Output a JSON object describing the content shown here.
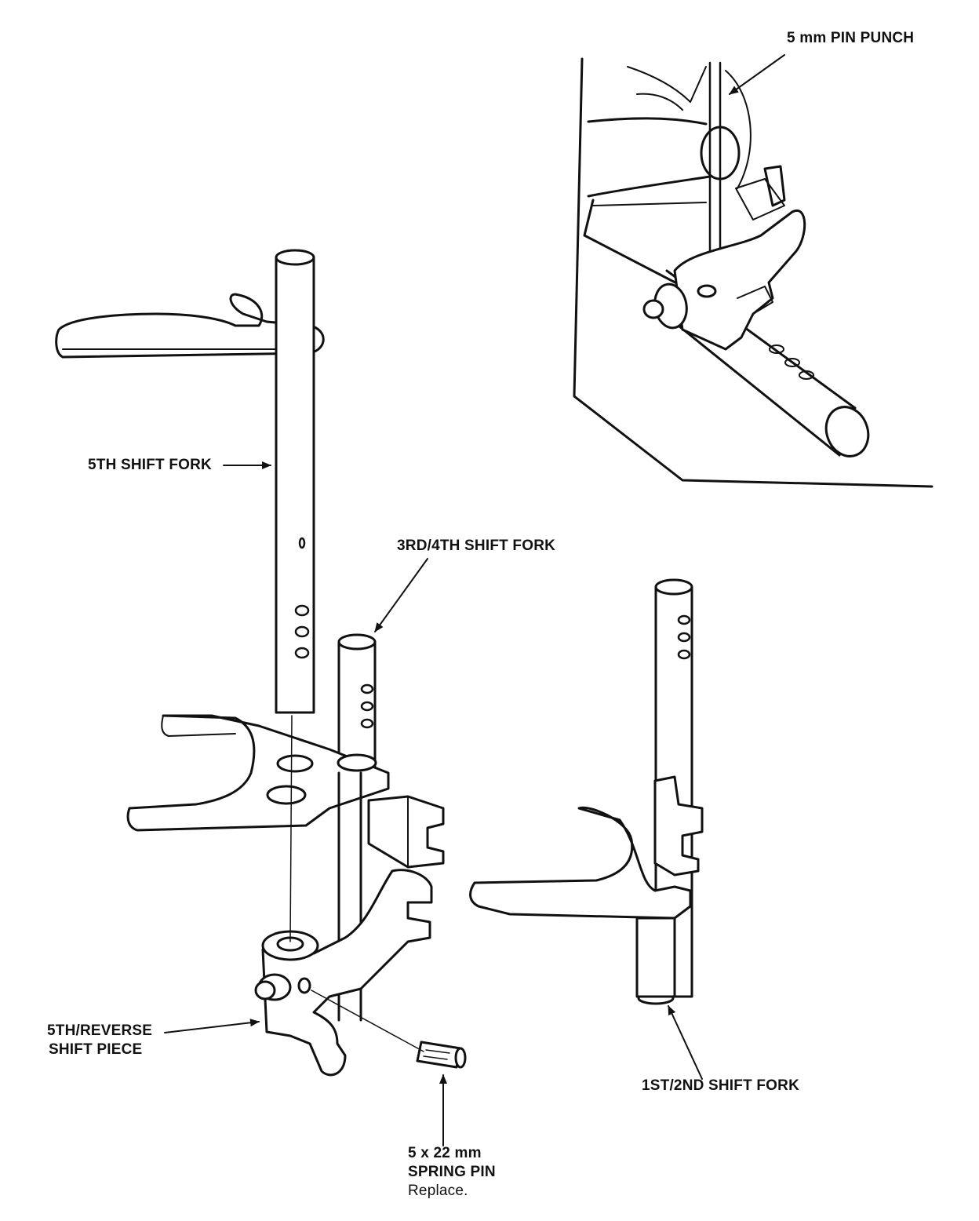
{
  "labels": {
    "pin_punch": "5 mm PIN PUNCH",
    "fifth_fork": "5TH SHIFT FORK",
    "third_fourth_fork": "3RD/4TH SHIFT FORK",
    "fifth_reverse_line1": "5TH/REVERSE",
    "fifth_reverse_line2": "SHIFT PIECE",
    "first_second_fork": "1ST/2ND SHIFT FORK",
    "spring_pin_size": "5 x 22 mm",
    "spring_pin_name": "SPRING PIN",
    "spring_pin_note": "Replace."
  },
  "colors": {
    "ink": "#111111",
    "fill": "#ffffff"
  }
}
